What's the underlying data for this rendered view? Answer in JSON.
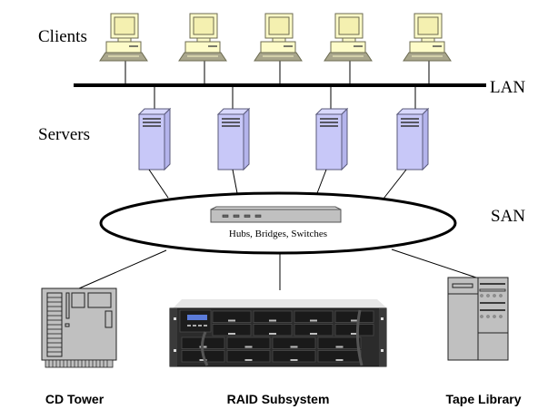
{
  "diagram": {
    "type": "network-topology",
    "tiers": {
      "clients_label": "Clients",
      "servers_label": "Servers",
      "lan_label": "LAN",
      "san_label": "SAN"
    },
    "clients": [
      {
        "name": "client-1"
      },
      {
        "name": "client-2"
      },
      {
        "name": "client-3"
      },
      {
        "name": "client-4"
      },
      {
        "name": "client-5"
      }
    ],
    "servers": [
      {
        "name": "server-1"
      },
      {
        "name": "server-2"
      },
      {
        "name": "server-3"
      },
      {
        "name": "server-4"
      }
    ],
    "san_device_label": "Hubs, Bridges, Switches",
    "storage": [
      {
        "name": "cd-tower",
        "label": "CD Tower"
      },
      {
        "name": "raid-subsystem",
        "label": "RAID Subsystem"
      },
      {
        "name": "tape-library",
        "label": "Tape Library"
      }
    ],
    "colors": {
      "client_body": "#fdfbc8",
      "client_keyboard": "#a9a68c",
      "server_face": "#c8c8f8",
      "server_side": "#b4b4ec",
      "device_gray": "#c0c0c0",
      "raid_dark": "#2a2a2a",
      "line": "#000000"
    }
  }
}
